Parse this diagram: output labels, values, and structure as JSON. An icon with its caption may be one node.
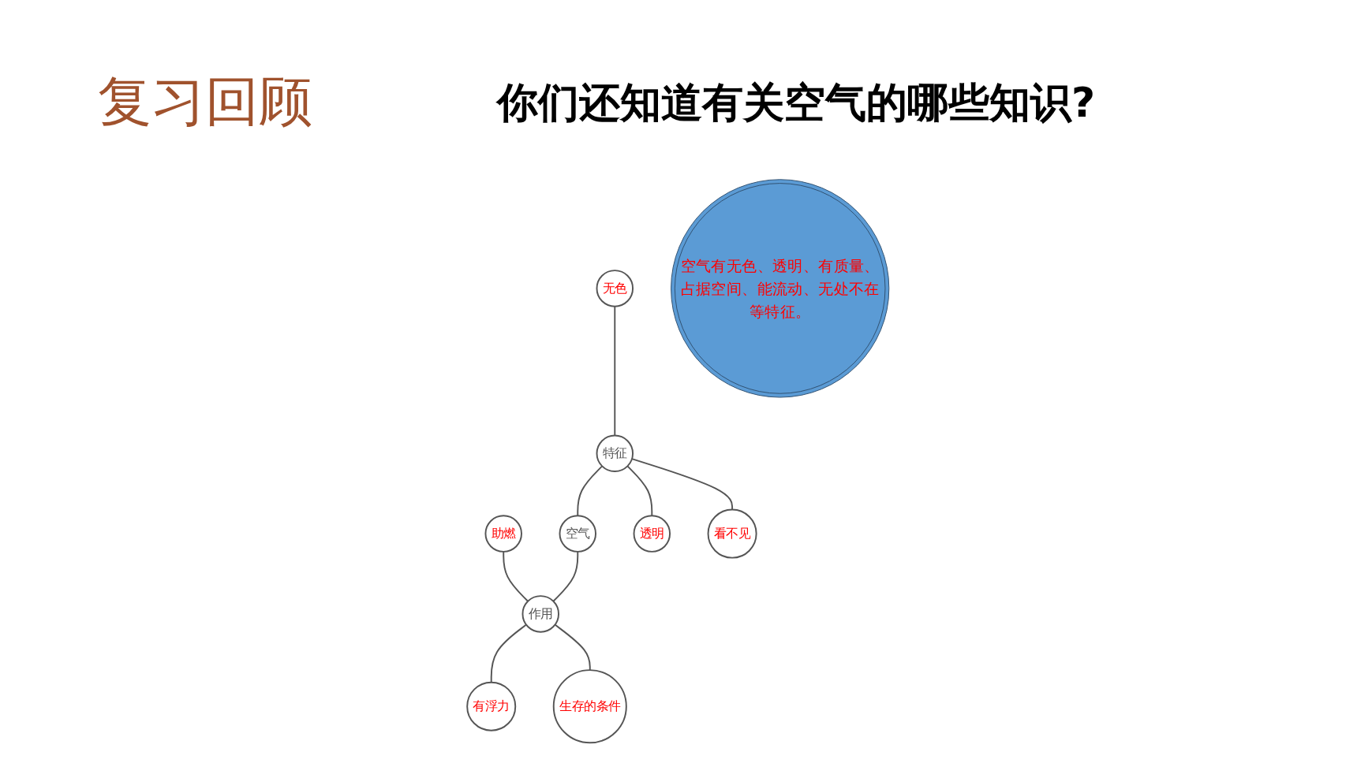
{
  "diagram": {
    "title": "复习回顾",
    "nodes": [
      {
        "text": [
          "无色"
        ]
      },
      {
        "text": [
          "助燃"
        ]
      },
      {
        "text": [
          "特征"
        ]
      },
      {
        "text": [
          "空气"
        ]
      },
      {
        "text": [
          "作用"
        ]
      },
      {
        "text": [
          "透明"
        ]
      },
      {
        "text": [
          "看不见"
        ]
      },
      {
        "text": [
          "有浮力"
        ]
      },
      {
        "text": [
          "生存的条件"
        ]
      },
      {
        "text": [
          "空气有无色、透明、有质量、占据空间、能流动、无处不在等特征。"
        ]
      }
    ],
    "edges": [
      {
        "from": 0,
        "to": 2,
        "arrow": "none"
      },
      {
        "from": 1,
        "to": 4,
        "arrow": "none"
      },
      {
        "from": 2,
        "to": 3,
        "arrow": "none"
      },
      {
        "from": 3,
        "to": 4,
        "arrow": "none"
      },
      {
        "from": 2,
        "to": 5,
        "arrow": "none"
      },
      {
        "from": 2,
        "to": 6,
        "arrow": "none"
      },
      {
        "from": 4,
        "to": 7,
        "arrow": "none"
      },
      {
        "from": 4,
        "to": 8,
        "arrow": "none"
      }
    ],
    "labels": [
      "你们还知道有关空气的哪些知识?"
    ]
  }
}
